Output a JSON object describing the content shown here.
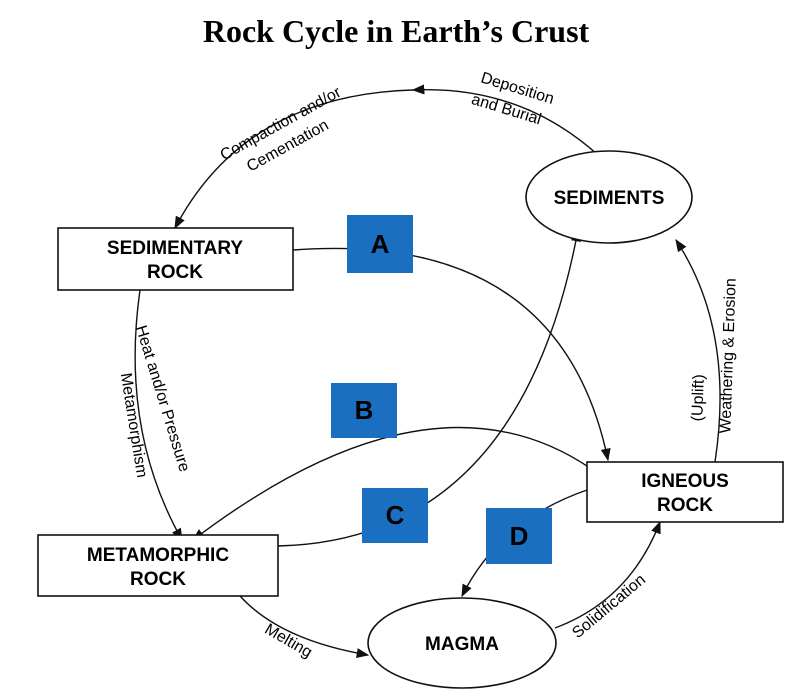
{
  "title": "Rock Cycle in Earth’s Crust",
  "nodes": {
    "sediments": {
      "label": "SEDIMENTS"
    },
    "sedimentary_rock": {
      "line1": "SEDIMENTARY",
      "line2": "ROCK"
    },
    "igneous_rock": {
      "line1": "IGNEOUS",
      "line2": "ROCK"
    },
    "metamorphic_rock": {
      "line1": "METAMORPHIC",
      "line2": "ROCK"
    },
    "magma": {
      "label": "MAGMA"
    }
  },
  "edges": {
    "deposition": {
      "line1": "Deposition",
      "line2": "and Burial"
    },
    "compaction": {
      "line1": "Compaction and/or",
      "line2": "Cementation"
    },
    "heat_pressure": {
      "line1": "Heat and/or Pressure",
      "line2": "Metamorphism"
    },
    "weathering": {
      "line1": "Weathering & Erosion",
      "line2": "(Uplift)"
    },
    "melting": {
      "label": "Melting"
    },
    "solidification": {
      "label": "Solidification"
    }
  },
  "markers": {
    "a": "A",
    "b": "B",
    "c": "C",
    "d": "D"
  },
  "colors": {
    "marker_fill": "#1a6fc0",
    "line": "#111111",
    "node_fill": "#ffffff"
  }
}
